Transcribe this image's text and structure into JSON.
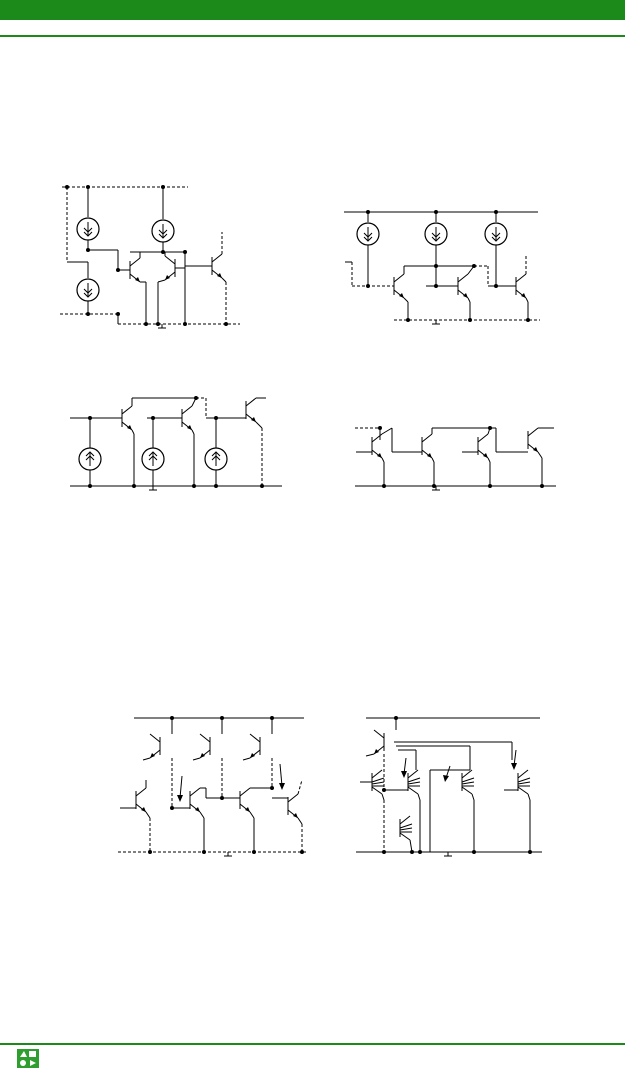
{
  "page": {
    "header_color": "#1b8a1b",
    "footer_color": "#1b8a1b",
    "logo_icon": "publisher-logo-icon"
  },
  "figures": [
    {
      "id": "fig-a",
      "kind": "current-source-translinear-circuit"
    },
    {
      "id": "fig-b",
      "kind": "current-source-translinear-circuit"
    },
    {
      "id": "fig-c",
      "kind": "current-source-translinear-circuit"
    },
    {
      "id": "fig-d",
      "kind": "transistor-translinear-loop"
    },
    {
      "id": "fig-e",
      "kind": "transistor-translinear-loop"
    },
    {
      "id": "fig-f",
      "kind": "multi-emitter-translinear-loop"
    }
  ]
}
